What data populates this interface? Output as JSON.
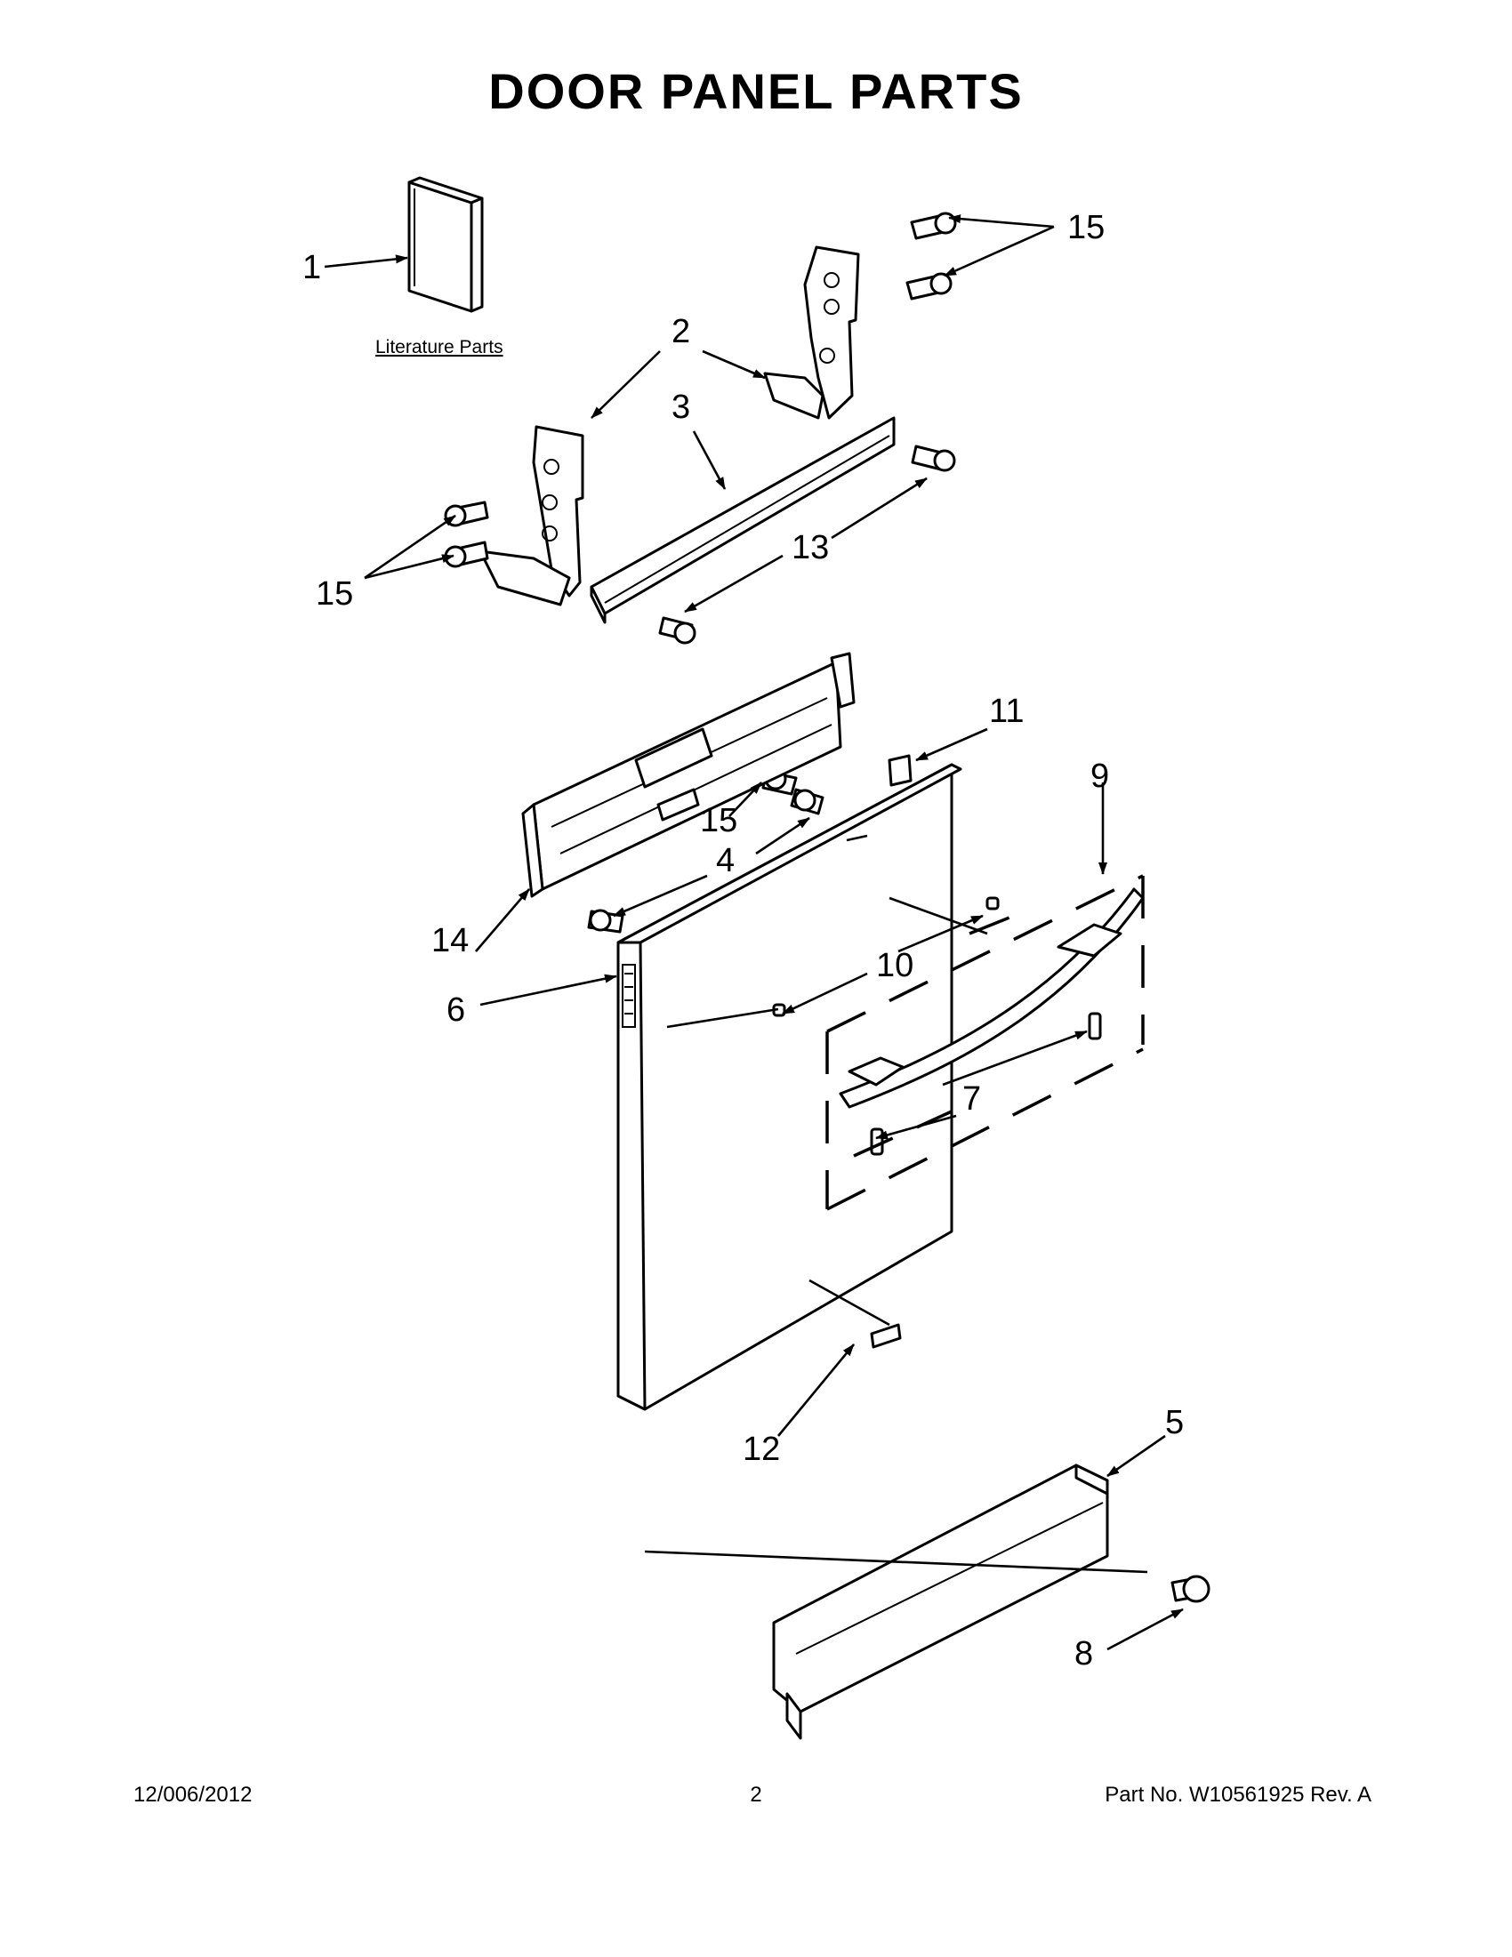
{
  "title": "DOOR PANEL PARTS",
  "literature_label": "Literature Parts",
  "callouts": {
    "c1": "1",
    "c2": "2",
    "c3": "3",
    "c4": "4",
    "c5": "5",
    "c6": "6",
    "c7": "7",
    "c8": "8",
    "c9": "9",
    "c10": "10",
    "c11": "11",
    "c12": "12",
    "c13": "13",
    "c14": "14",
    "c15": "15"
  },
  "footer": {
    "date": "12/006/2012",
    "page": "2",
    "part_no": "Part No.  W10561925  Rev.  A"
  }
}
